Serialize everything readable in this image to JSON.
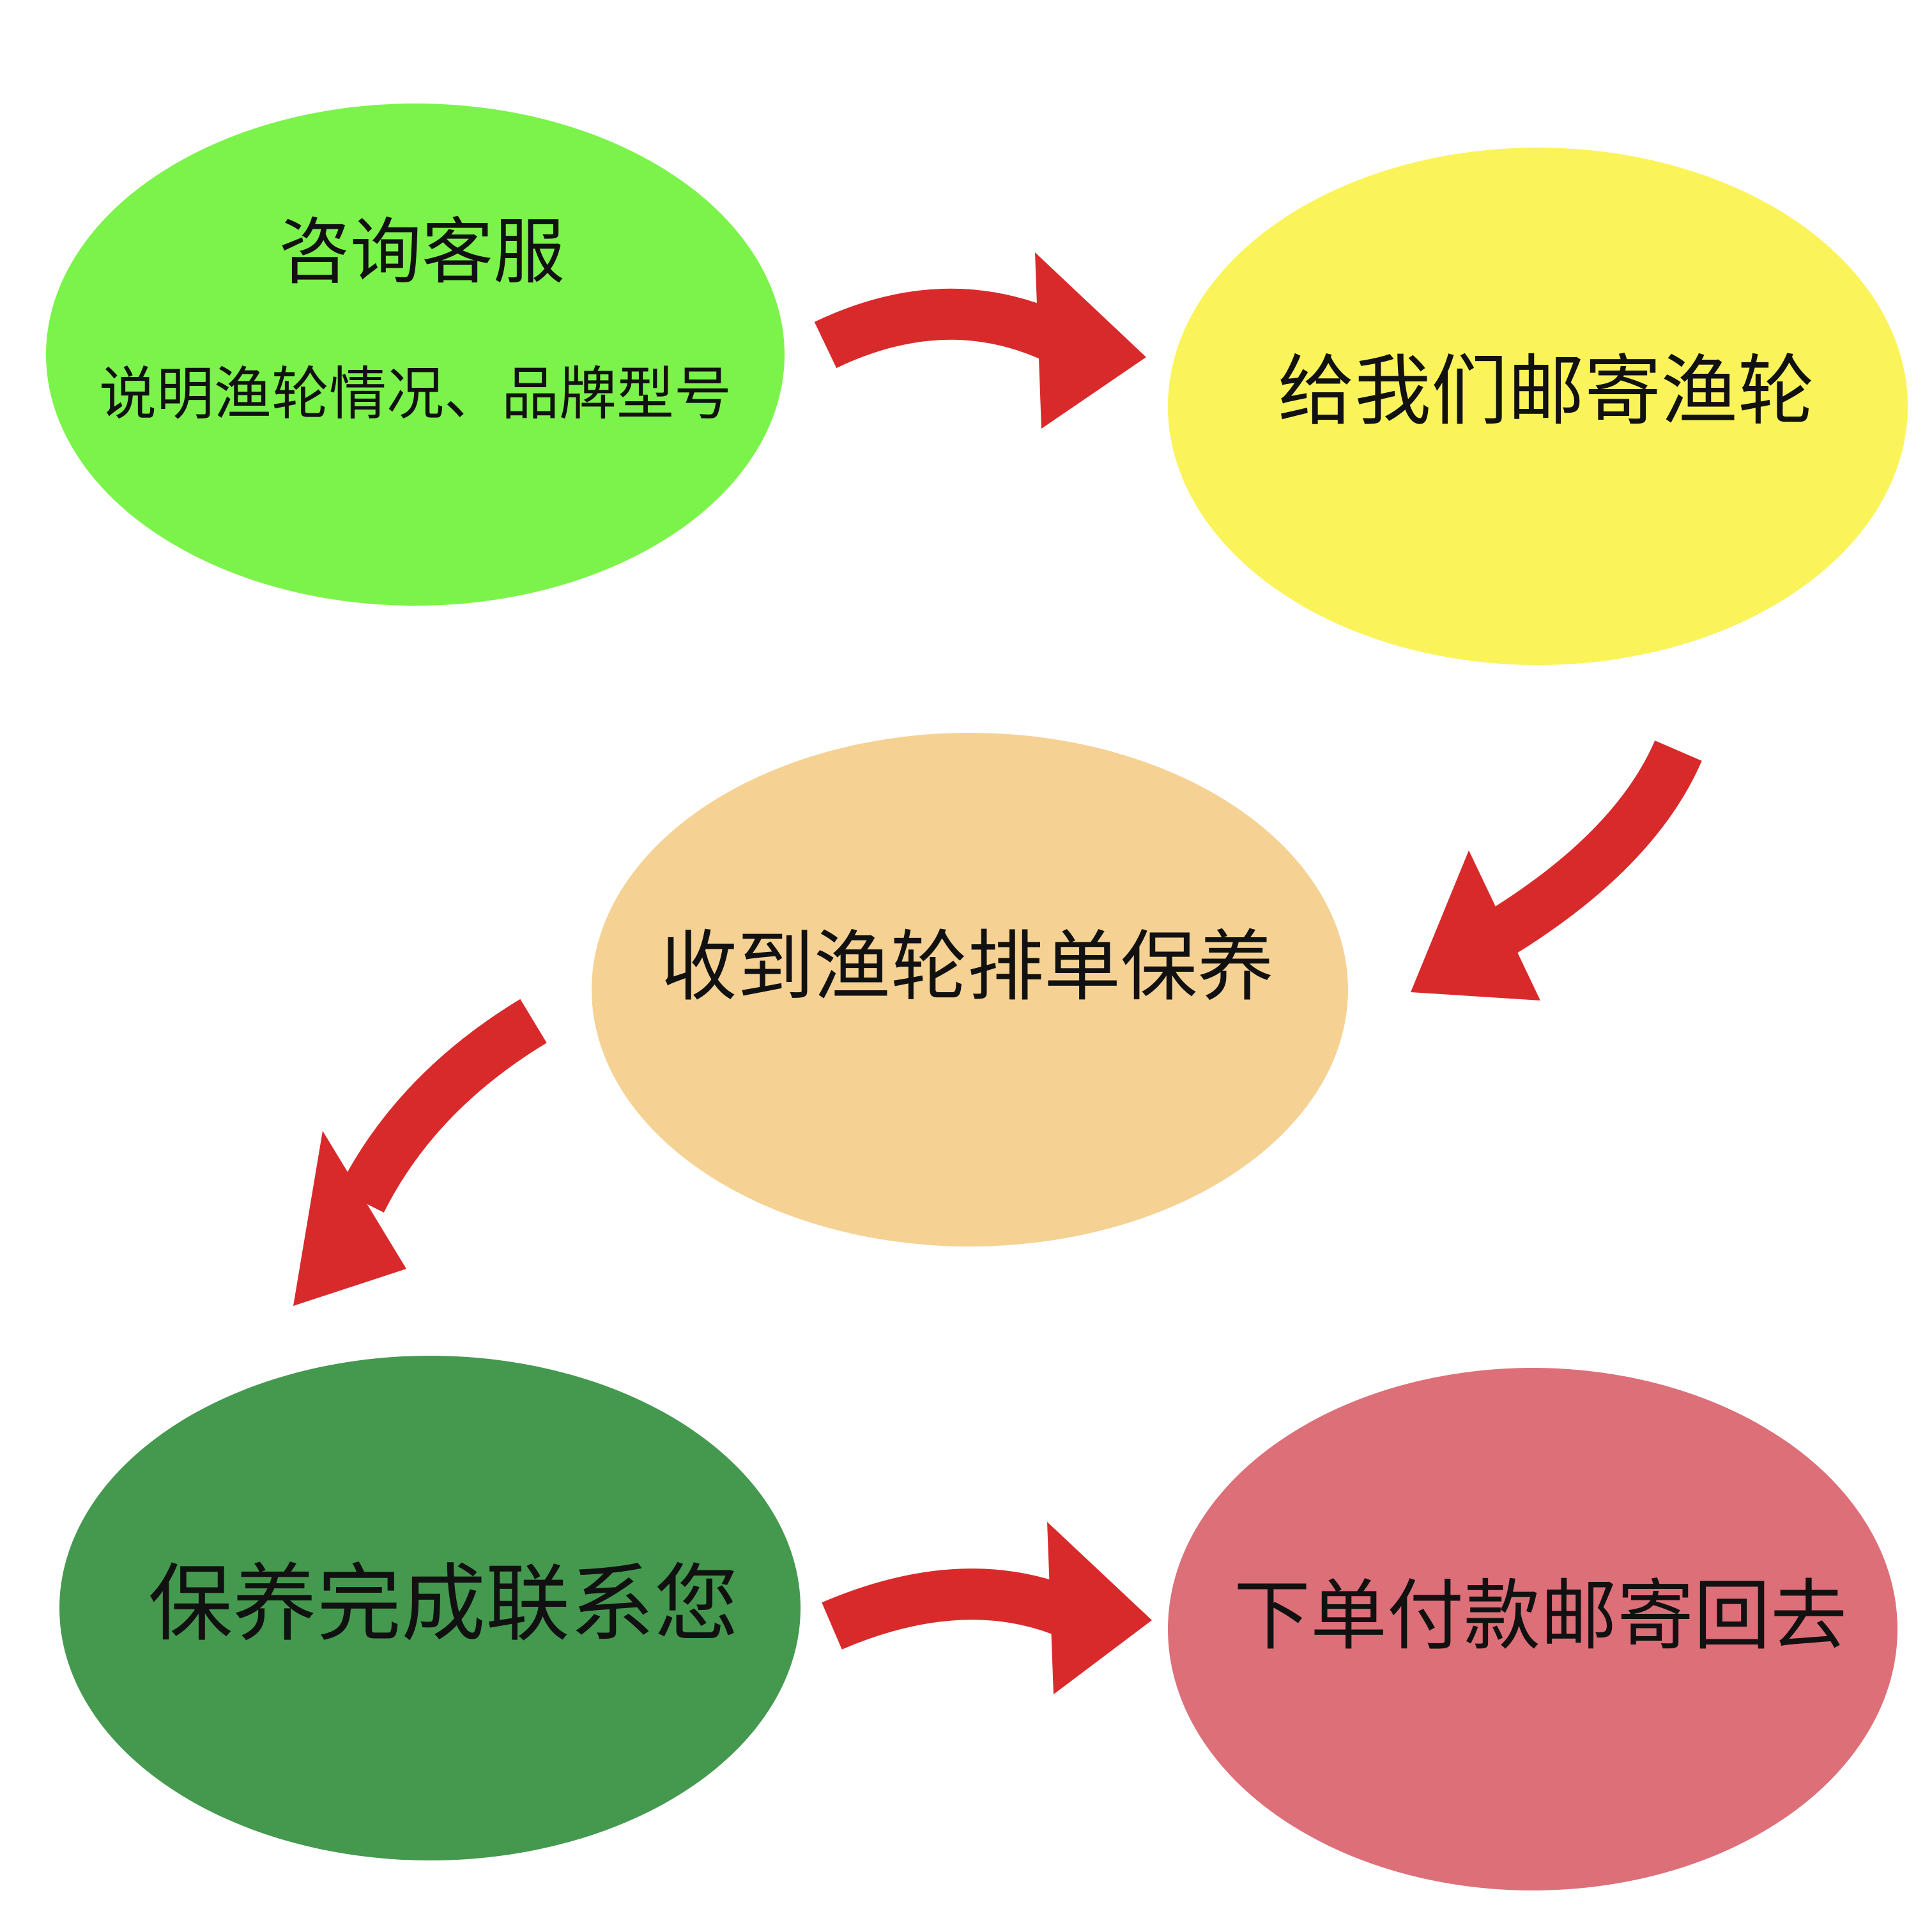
{
  "nodes": [
    {
      "lines": [
        "咨询客服",
        "说明渔轮情况、品牌型号"
      ],
      "color": "#7CF34B"
    },
    {
      "lines": [
        "给我们邮寄渔轮"
      ],
      "color": "#FAF45A"
    },
    {
      "lines": [
        "收到渔轮排单保养"
      ],
      "color": "#F5D294"
    },
    {
      "lines": [
        "保养完成联系您"
      ],
      "color": "#44994F"
    },
    {
      "lines": [
        "下单付款邮寄回去"
      ],
      "color": "#DD6F79"
    }
  ],
  "edges": [
    {
      "from": 0,
      "to": 1
    },
    {
      "from": 1,
      "to": 2
    },
    {
      "from": 2,
      "to": 3
    },
    {
      "from": 3,
      "to": 4
    }
  ],
  "colors": {
    "arrow": "#D92A2B",
    "text": "#111111",
    "background": "#FFFFFF"
  }
}
